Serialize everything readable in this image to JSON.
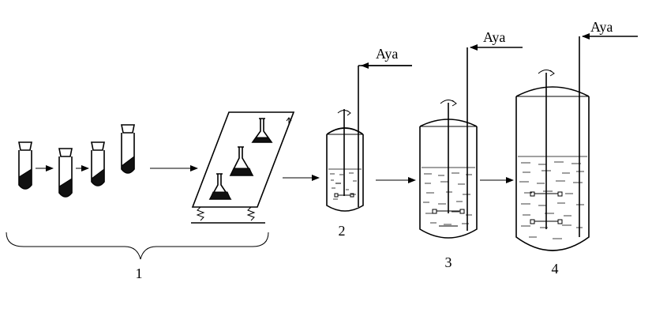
{
  "labels": {
    "stage_1": "1",
    "stage_2": "2",
    "stage_3": "3",
    "stage_4": "4",
    "air_inlet_2": "Aya",
    "air_inlet_3": "Aya",
    "air_inlet_4": "Aya"
  },
  "colors": {
    "ink": "#000000",
    "background": "#ffffff",
    "culture": "#111111"
  },
  "icons": [
    "test-tube-icon",
    "flask-icon",
    "shaker-table-icon",
    "fermenter-icon",
    "stirrer-icon",
    "arrow-icon",
    "brace-icon"
  ]
}
